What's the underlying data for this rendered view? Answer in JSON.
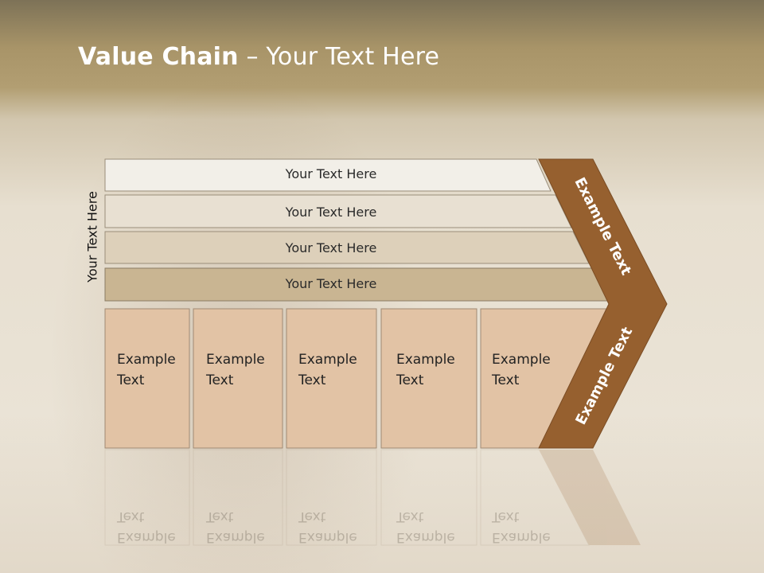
{
  "title": {
    "bold": "Value Chain",
    "rest": " – Your Text Here"
  },
  "side_label": "Your Text Here",
  "rows": [
    "Your Text Here",
    "Your Text Here",
    "Your Text Here",
    "Your Text Here"
  ],
  "boxes": [
    {
      "line1": "Example",
      "line2": "Text"
    },
    {
      "line1": "Example",
      "line2": "Text"
    },
    {
      "line1": "Example",
      "line2": "Text"
    },
    {
      "line1": "Example",
      "line2": "Text"
    },
    {
      "line1": "Example",
      "line2": "Text"
    }
  ],
  "chevron": {
    "upper": "Example Text",
    "lower": "Example Text"
  },
  "colors": {
    "row1": "#f2efe8",
    "row2": "#e8e0d2",
    "row3": "#ddd0ba",
    "row4": "#c9b592",
    "box": "#e2c3a5",
    "chevron": "#96602f"
  }
}
